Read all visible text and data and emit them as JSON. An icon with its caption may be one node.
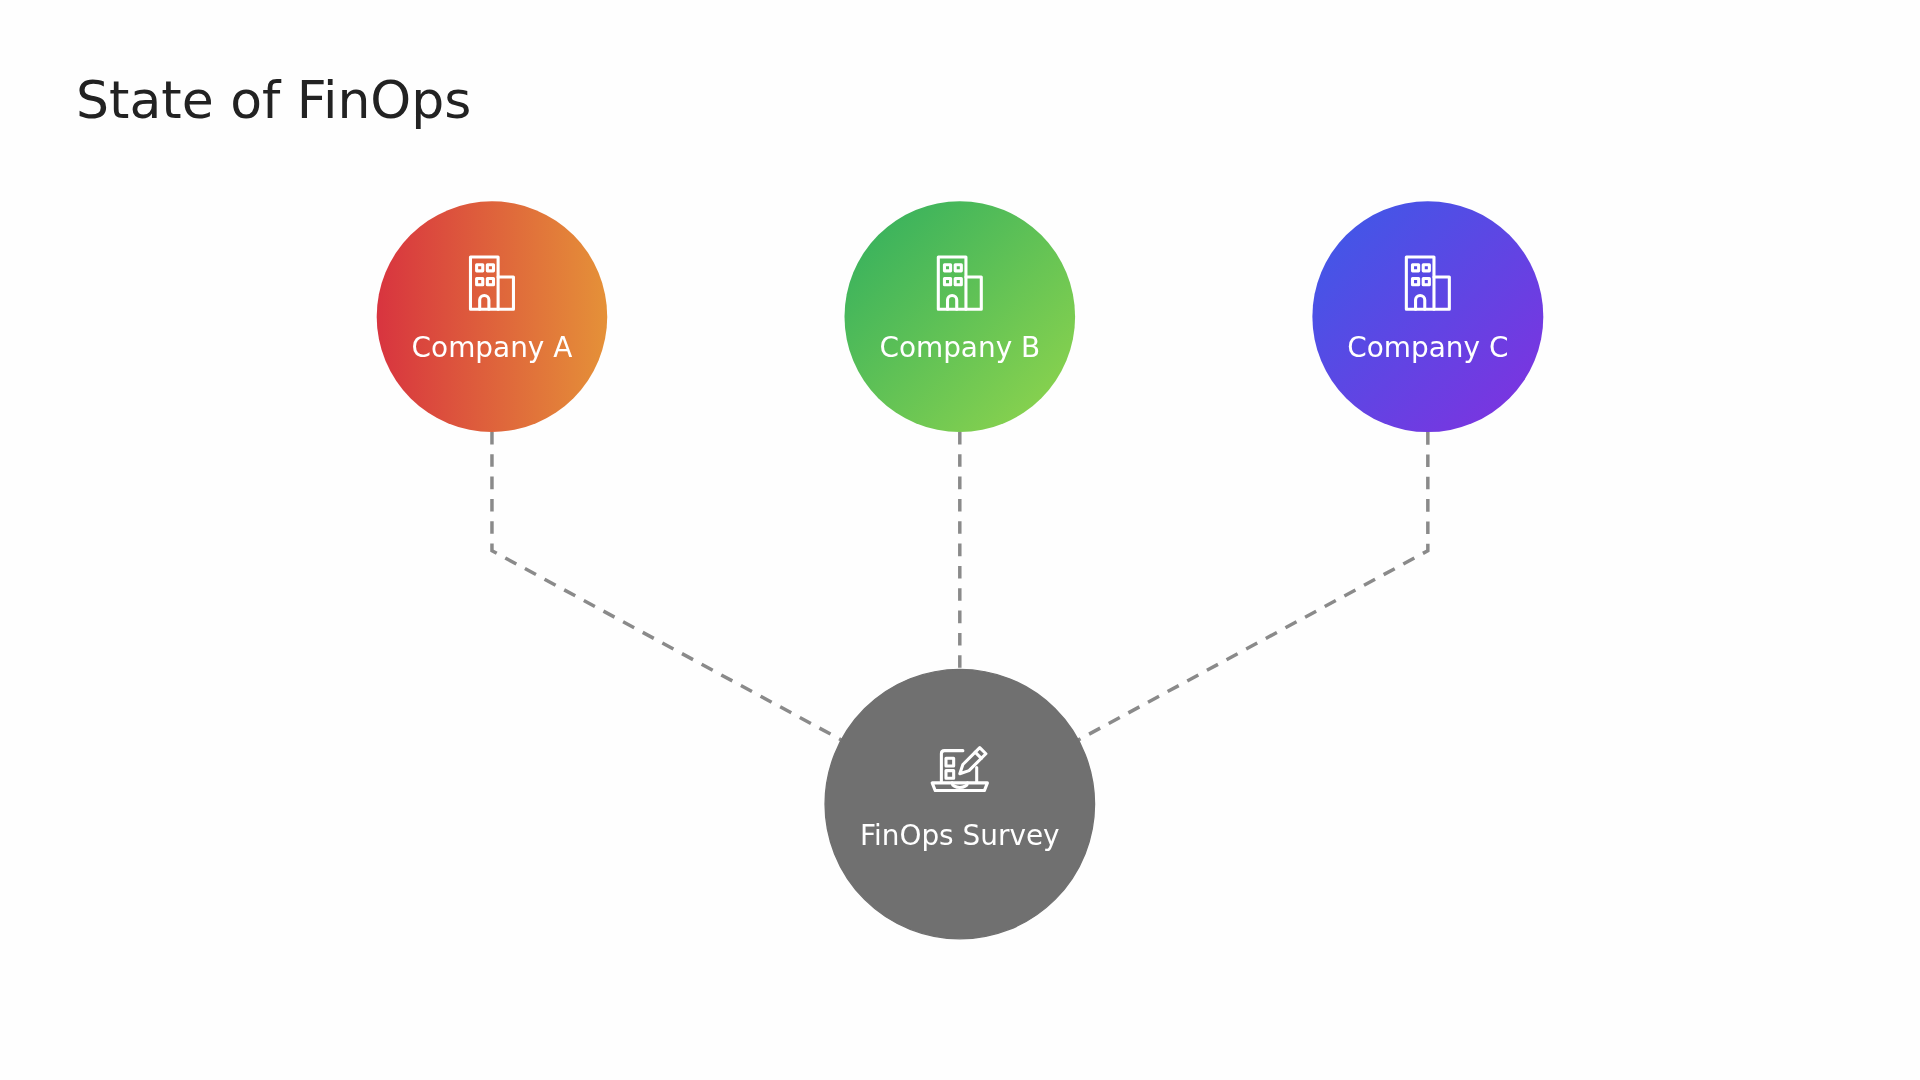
{
  "diagram": {
    "title": "State of FinOps",
    "nodes": [
      {
        "text": [
          "Company A"
        ]
      },
      {
        "text": [
          "Company B"
        ]
      },
      {
        "text": [
          "Company C"
        ]
      },
      {
        "text": [
          "FinOps Survey"
        ]
      }
    ],
    "edges": [
      {
        "from": 0,
        "to": 3,
        "arrow": "none",
        "style": "dashed"
      },
      {
        "from": 1,
        "to": 3,
        "arrow": "none",
        "style": "dashed"
      },
      {
        "from": 2,
        "to": 3,
        "arrow": "none",
        "style": "dashed"
      }
    ]
  }
}
